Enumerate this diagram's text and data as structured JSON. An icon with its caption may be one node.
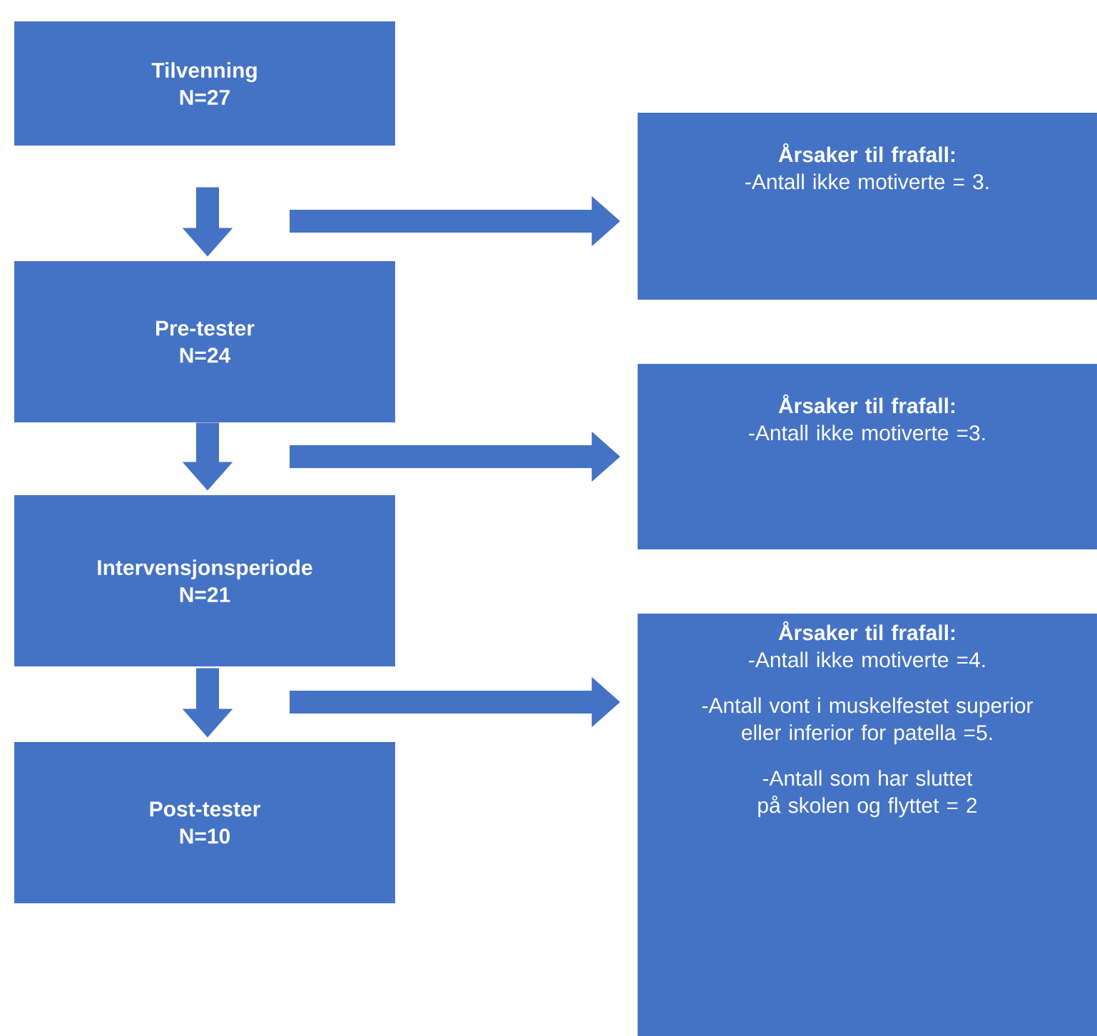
{
  "diagram": {
    "nodes": [
      {
        "text": [
          "Tilvenning",
          "N=27"
        ]
      },
      {
        "text": [
          "Pre-tester",
          "N=24"
        ]
      },
      {
        "text": [
          "Intervensjonsperiode",
          "N=21"
        ]
      },
      {
        "text": [
          "Post-tester",
          "N=10"
        ]
      },
      {
        "text": [
          "Årsaker til frafall:",
          "-Antall ikke motiverte = 3."
        ]
      },
      {
        "text": [
          "Årsaker til frafall:",
          "-Antall ikke motiverte =3."
        ]
      },
      {
        "text": [
          "Årsaker til frafall:",
          "-Antall ikke motiverte =4.",
          "-Antall vont i muskelfestet superior eller inferior for patella =5.",
          "-Antall som har sluttet på skolen og flyttet = 2"
        ]
      }
    ],
    "edges": [
      {
        "from": 0,
        "to": 1,
        "arrow": "to"
      },
      {
        "from": null,
        "to": 4,
        "arrow": "to"
      },
      {
        "from": 1,
        "to": 2,
        "arrow": "to"
      },
      {
        "from": null,
        "to": 5,
        "arrow": "to"
      },
      {
        "from": 2,
        "to": 3,
        "arrow": "to"
      },
      {
        "from": null,
        "to": 6,
        "arrow": "to"
      }
    ]
  }
}
